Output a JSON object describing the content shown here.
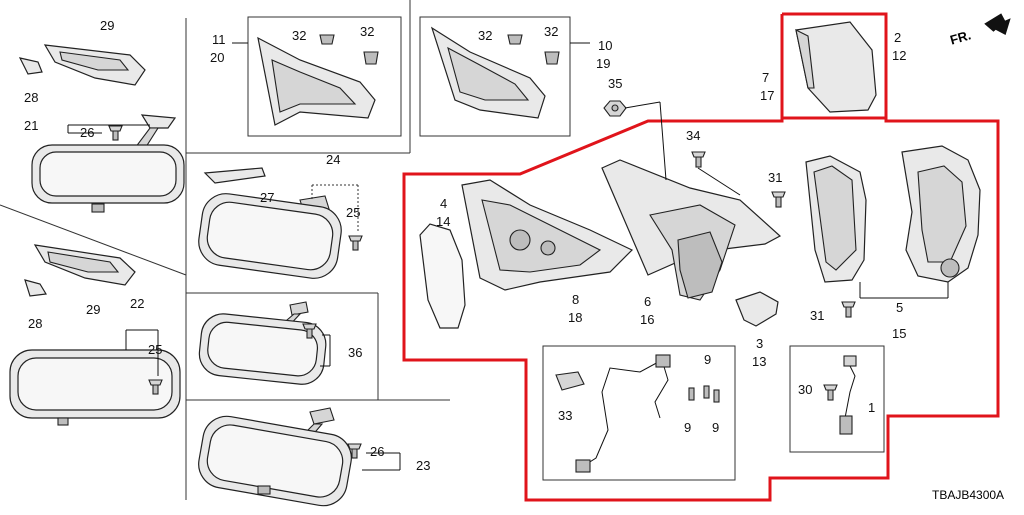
{
  "diagram_code": "TBAJB4300A",
  "direction_label": "FR.",
  "colors": {
    "highlight": "#e0141b",
    "line": "#111111"
  },
  "part_numbers": {
    "p1": "1",
    "p2": "2",
    "p3": "3",
    "p4": "4",
    "p5": "5",
    "p6": "6",
    "p7": "7",
    "p8": "8",
    "p9a": "9",
    "p9b": "9",
    "p9c": "9",
    "p10": "10",
    "p11": "11",
    "p12": "12",
    "p13": "13",
    "p14": "14",
    "p15": "15",
    "p16": "16",
    "p17": "17",
    "p18": "18",
    "p19": "19",
    "p20": "20",
    "p21": "21",
    "p22": "22",
    "p23": "23",
    "p24": "24",
    "p25a": "25",
    "p25b": "25",
    "p26a": "26",
    "p26b": "26",
    "p27": "27",
    "p28a": "28",
    "p28b": "28",
    "p29a": "29",
    "p29b": "29",
    "p30": "30",
    "p31a": "31",
    "p31b": "31",
    "p32a": "32",
    "p32b": "32",
    "p32c": "32",
    "p32d": "32",
    "p33": "33",
    "p34": "34",
    "p35": "35",
    "p36": "36"
  }
}
